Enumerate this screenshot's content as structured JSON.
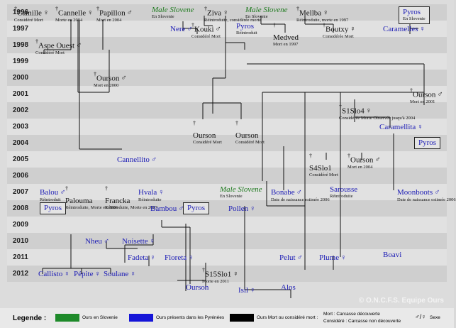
{
  "years": [
    "1996",
    "1997",
    "1998",
    "1999",
    "2000",
    "2001",
    "2002",
    "2003",
    "2004",
    "2005",
    "2006",
    "2007",
    "2008",
    "2009",
    "2010",
    "2011",
    "2012"
  ],
  "bears": [
    {
      "id": "camille",
      "name": "Camille",
      "sym": "♀",
      "dag": true,
      "sub": "Considéré Mort",
      "style": "black"
    },
    {
      "id": "cannelle",
      "name": "Cannelle",
      "sym": "♀",
      "dag": true,
      "sub": "Morte en 2004",
      "style": "black"
    },
    {
      "id": "papillon",
      "name": "Papillon",
      "sym": "♂",
      "dag": true,
      "sub": "Mort en 2004",
      "style": "black"
    },
    {
      "id": "male_slovene_1",
      "name": "Male Slovene",
      "sym": "",
      "dag": false,
      "sub": "En Slovenie",
      "style": "green"
    },
    {
      "id": "ziva",
      "name": "Ziva",
      "sym": "♀",
      "dag": true,
      "sub": "Réintroduite, considérée morte",
      "style": "black"
    },
    {
      "id": "male_slovene_2",
      "name": "Male Slovene",
      "sym": "",
      "dag": false,
      "sub": "En Slovenie",
      "style": "green"
    },
    {
      "id": "mellba",
      "name": "Mellba",
      "sym": "♀",
      "dag": true,
      "sub": "Réintroduite, morte en 1997",
      "style": "black"
    },
    {
      "id": "pyros_1996",
      "name": "Pyros",
      "sym": "",
      "dag": false,
      "sub": "En Slovenie",
      "style": "blue",
      "boxed": true
    },
    {
      "id": "nere",
      "name": "Nere",
      "sym": "♂",
      "dag": false,
      "sub": "",
      "style": "blue"
    },
    {
      "id": "kouki",
      "name": "Kouki",
      "sym": "♂",
      "dag": true,
      "sub": "Considéré Mort",
      "style": "black"
    },
    {
      "id": "pyros_1997",
      "name": "Pyros",
      "sym": "",
      "dag": false,
      "sub": "Réintroduit",
      "style": "blue"
    },
    {
      "id": "medved",
      "name": "Medved",
      "sym": "",
      "dag": true,
      "sub": "Mort en 1997",
      "style": "black"
    },
    {
      "id": "boutxy",
      "name": "Boutxy",
      "sym": "♀",
      "dag": true,
      "sub": "Considérée Mort",
      "style": "black"
    },
    {
      "id": "caramelles",
      "name": "Caramelles",
      "sym": "♀",
      "dag": false,
      "sub": "",
      "style": "blue"
    },
    {
      "id": "aspe_ouest",
      "name": "Aspe Ouest",
      "sym": "♂",
      "dag": true,
      "sub": "Considéré Mort",
      "style": "black"
    },
    {
      "id": "ourson_2000",
      "name": "Ourson",
      "sym": "♂",
      "dag": true,
      "sub": "Mort en 2000",
      "style": "black"
    },
    {
      "id": "ourson_2001",
      "name": "Ourson",
      "sym": "♂",
      "dag": true,
      "sub": "Mort en 2001",
      "style": "black"
    },
    {
      "id": "s1slo4",
      "name": "S1Slo4",
      "sym": "♀",
      "dag": true,
      "sub": "Considérée Morte Observée jusqu'à 2004",
      "style": "black"
    },
    {
      "id": "ourson_2002a",
      "name": "Ourson",
      "sym": "",
      "dag": true,
      "sub": "Considéré Mort",
      "style": "black"
    },
    {
      "id": "ourson_2002b",
      "name": "Ourson",
      "sym": "",
      "dag": true,
      "sub": "Considéré Mort",
      "style": "black"
    },
    {
      "id": "caramellita",
      "name": "Caramellita",
      "sym": "♀",
      "dag": false,
      "sub": "",
      "style": "blue"
    },
    {
      "id": "pyros_2003",
      "name": "Pyros",
      "sym": "",
      "dag": false,
      "sub": "",
      "style": "blue",
      "boxed": true
    },
    {
      "id": "cannellito",
      "name": "Cannellito",
      "sym": "♂",
      "dag": false,
      "sub": "",
      "style": "blue"
    },
    {
      "id": "s4slo1",
      "name": "S4Slo1",
      "sym": "",
      "dag": true,
      "sub": "Considéré Mort",
      "style": "black"
    },
    {
      "id": "ourson_2004",
      "name": "Ourson",
      "sym": "♂",
      "dag": true,
      "sub": "Mort en 2004",
      "style": "black"
    },
    {
      "id": "balou",
      "name": "Balou",
      "sym": "♂",
      "dag": false,
      "sub": "Réintroduit",
      "style": "blue"
    },
    {
      "id": "palouma",
      "name": "Palouma",
      "sym": "",
      "dag": true,
      "sub": "Réintroduite, Morte en 2006",
      "style": "black"
    },
    {
      "id": "francka",
      "name": "Francka",
      "sym": "",
      "dag": true,
      "sub": "Réintroduite, Morte en 2007",
      "style": "black"
    },
    {
      "id": "hvala",
      "name": "Hvala",
      "sym": "♀",
      "dag": false,
      "sub": "Réintroduite",
      "style": "blue"
    },
    {
      "id": "male_slovene_3",
      "name": "Male Slovene",
      "sym": "",
      "dag": false,
      "sub": "En Slovenie",
      "style": "green"
    },
    {
      "id": "bonabe",
      "name": "Bonabe",
      "sym": "♂",
      "dag": false,
      "sub": "Date de naissance estimée 2006",
      "style": "blue"
    },
    {
      "id": "sarousse",
      "name": "Sarousse",
      "sym": "",
      "dag": false,
      "sub": "Réintroduite",
      "style": "blue"
    },
    {
      "id": "moonboots",
      "name": "Moonboots",
      "sym": "♂",
      "dag": false,
      "sub": "Date de naissance estimée 2006",
      "style": "blue"
    },
    {
      "id": "pyros_2007a",
      "name": "Pyros",
      "sym": "",
      "dag": false,
      "sub": "",
      "style": "blue",
      "boxed": true
    },
    {
      "id": "bambou",
      "name": "Bambou",
      "sym": "♂",
      "dag": false,
      "sub": "",
      "style": "blue"
    },
    {
      "id": "pyros_2007b",
      "name": "Pyros",
      "sym": "",
      "dag": false,
      "sub": "",
      "style": "blue",
      "boxed": true
    },
    {
      "id": "pollen",
      "name": "Pollen",
      "sym": "♀",
      "dag": false,
      "sub": "",
      "style": "blue"
    },
    {
      "id": "nheu",
      "name": "Nheu",
      "sym": "♂",
      "dag": false,
      "sub": "",
      "style": "blue"
    },
    {
      "id": "noisette",
      "name": "Noisette",
      "sym": "♀",
      "dag": false,
      "sub": "",
      "style": "blue"
    },
    {
      "id": "fadeta",
      "name": "Fadeta",
      "sym": "♀",
      "dag": false,
      "sub": "",
      "style": "blue"
    },
    {
      "id": "floreta",
      "name": "Floreta",
      "sym": "♀",
      "dag": false,
      "sub": "",
      "style": "blue"
    },
    {
      "id": "pelut",
      "name": "Pelut",
      "sym": "♂",
      "dag": false,
      "sub": "",
      "style": "blue"
    },
    {
      "id": "plume",
      "name": "Plume",
      "sym": "♀",
      "dag": false,
      "sub": "",
      "style": "blue"
    },
    {
      "id": "boavi",
      "name": "Boavi",
      "sym": "",
      "dag": false,
      "sub": "",
      "style": "blue"
    },
    {
      "id": "callisto",
      "name": "Callisto",
      "sym": "♀",
      "dag": false,
      "sub": "",
      "style": "blue"
    },
    {
      "id": "pepite",
      "name": "Pépite",
      "sym": "♀",
      "dag": false,
      "sub": "",
      "style": "blue"
    },
    {
      "id": "soulane",
      "name": "Soulane",
      "sym": "♀",
      "dag": false,
      "sub": "",
      "style": "blue"
    },
    {
      "id": "s15slo1",
      "name": "S15Slo1",
      "sym": "♀",
      "dag": true,
      "sub": "Morte en 2011",
      "style": "black"
    },
    {
      "id": "ourson_2012",
      "name": "Ourson",
      "sym": "",
      "dag": false,
      "sub": "",
      "style": "blue"
    },
    {
      "id": "isil",
      "name": "Isil",
      "sym": "♀",
      "dag": false,
      "sub": "",
      "style": "blue"
    },
    {
      "id": "alos",
      "name": "Alos",
      "sym": "",
      "dag": false,
      "sub": "",
      "style": "blue"
    }
  ],
  "copyright": "© O.N.C.F.S. Equipe Ours",
  "legend": {
    "title": "Legende :",
    "items": [
      {
        "label": "Ours en Slovenie",
        "color": "#1e8a2a"
      },
      {
        "label": "Ours présents dans les Pyrénées",
        "color": "#1515d8"
      },
      {
        "label": "Ours Mort ou considéré mort :",
        "color": "#000000"
      }
    ],
    "mort_note": "Mort : Carcasse découverte",
    "considere_note": "Considéré : Carcasse non découverte",
    "sex_symbols": "♂/♀",
    "sex_label": "Sexe"
  }
}
